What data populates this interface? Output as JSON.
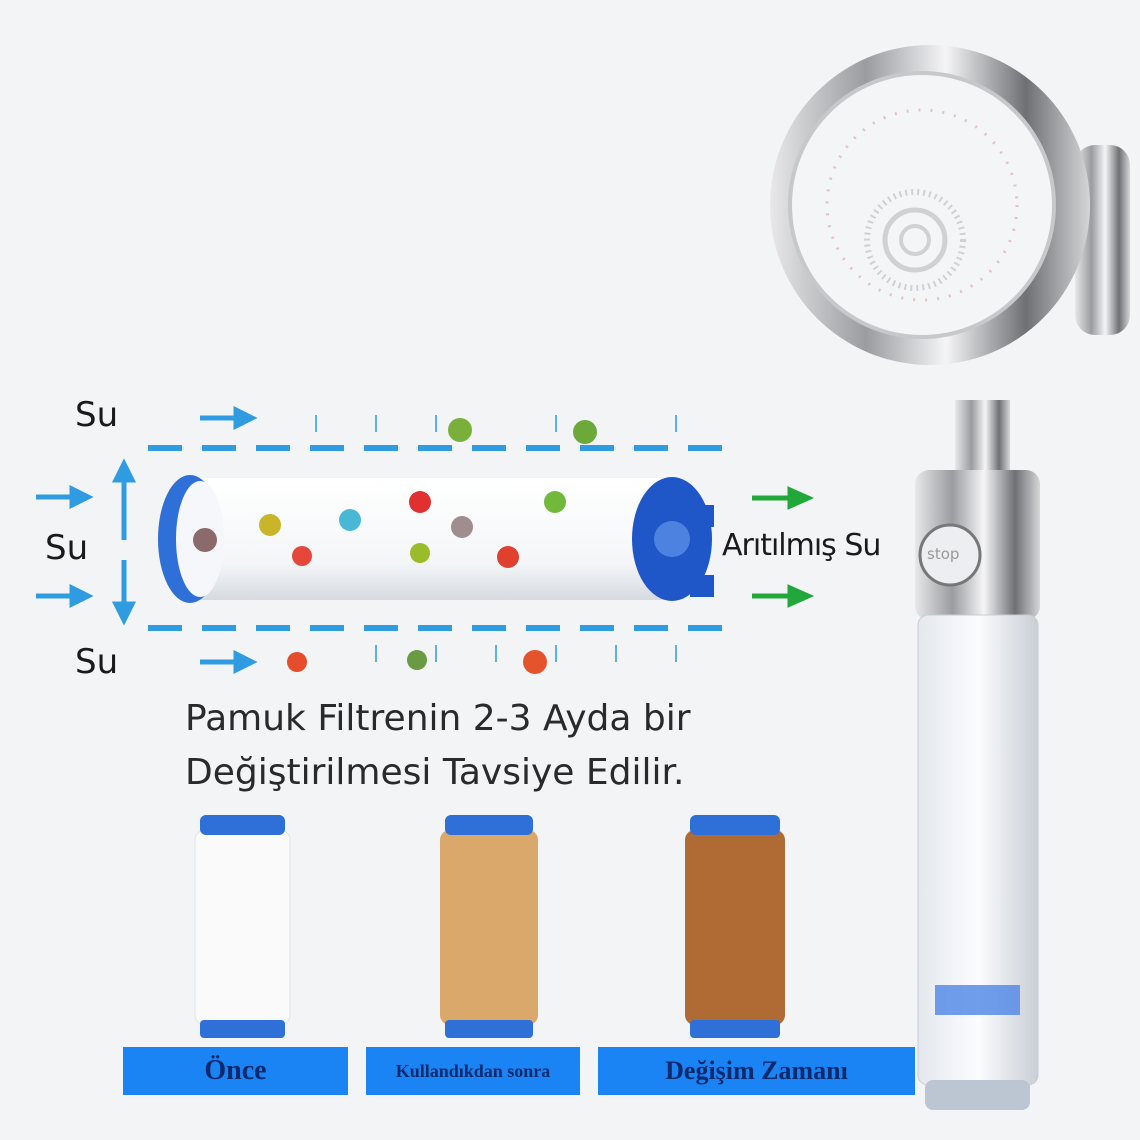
{
  "diagram": {
    "water_labels": [
      "Su",
      "Su",
      "Su"
    ],
    "purified_label": "Arıtılmış Su",
    "stop_button": "stop",
    "colors": {
      "flow_arrow": "#2f9be0",
      "clean_arrow": "#22a83a",
      "cap": "#1f57c8",
      "label_bg": "#1a84f5"
    }
  },
  "caption": {
    "line1": "Pamuk Filtrenin 2-3 Ayda bir",
    "line2": "Değiştirilmesi Tavsiye Edilir."
  },
  "stages": [
    {
      "label": "Önce",
      "color": "#fafafa"
    },
    {
      "label": "Kullandıkdan sonra",
      "color": "#d9a86a"
    },
    {
      "label": "Değişim Zamanı",
      "color": "#b06a34"
    }
  ]
}
